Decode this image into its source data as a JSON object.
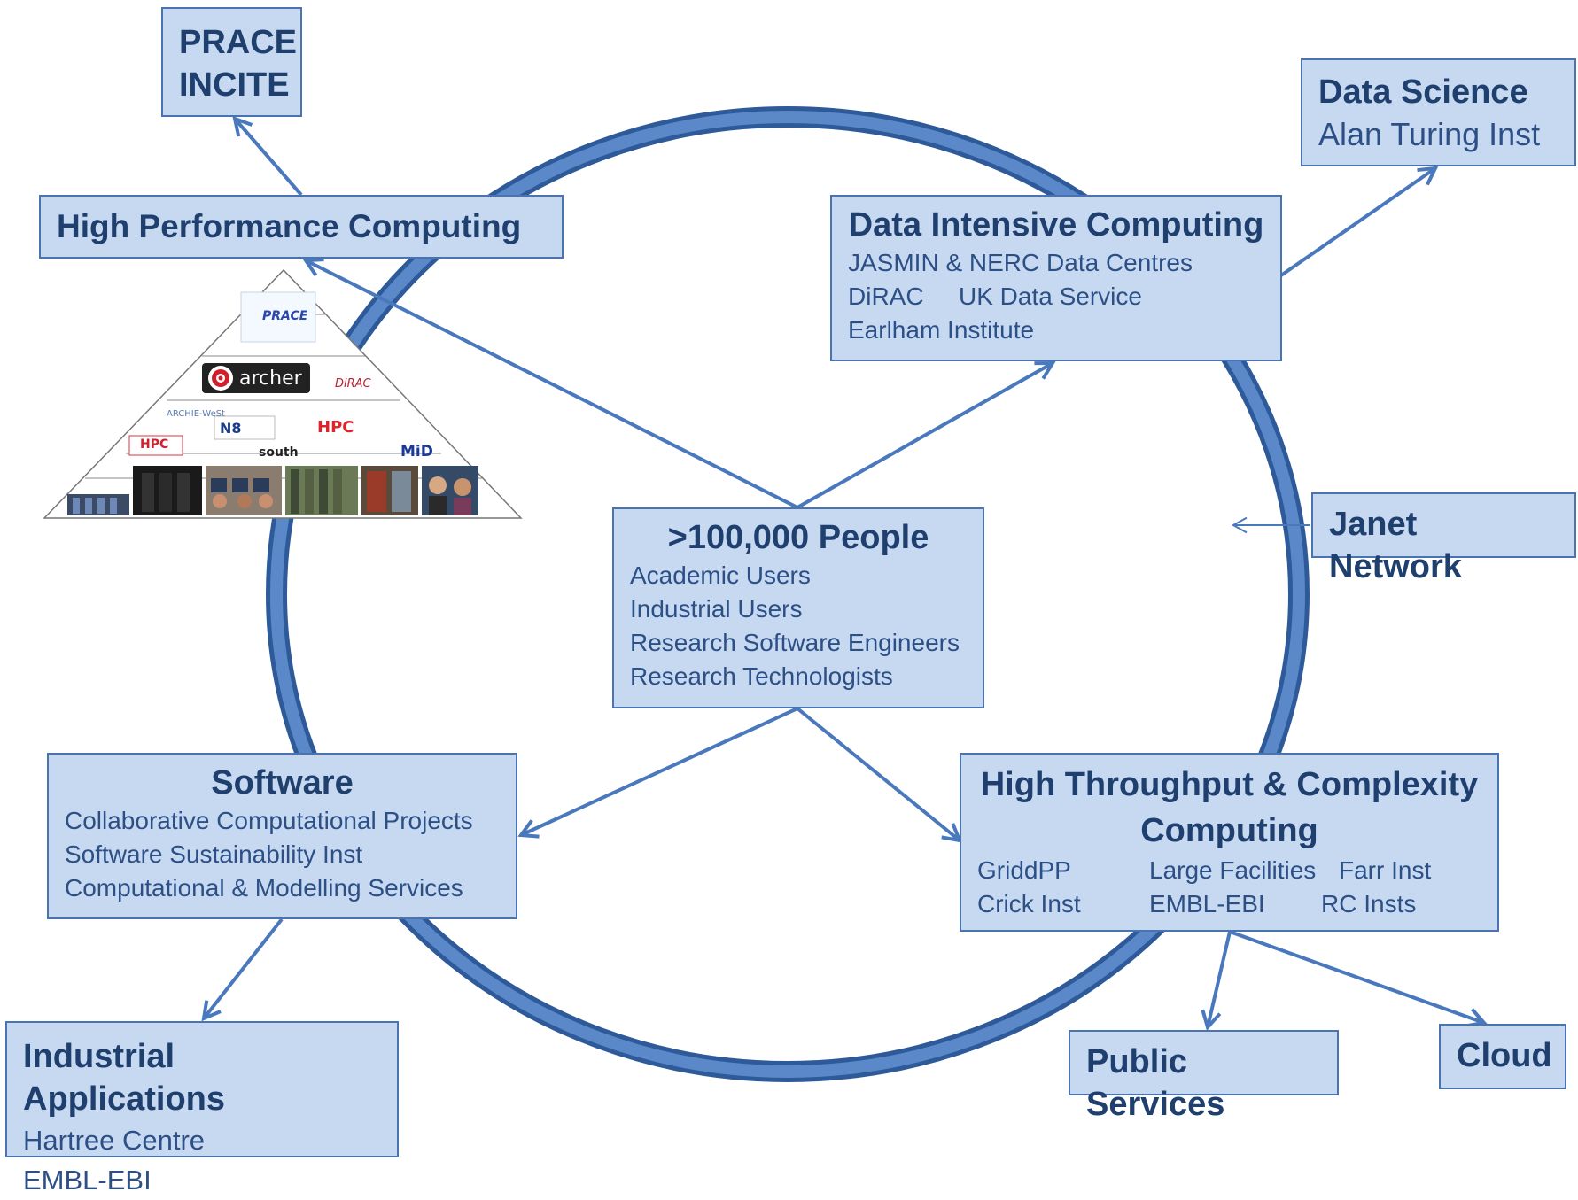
{
  "colors": {
    "box_fill": "#c6d9f1",
    "box_border": "#4a74b0",
    "ring": "#4a78bd",
    "arrow": "#4a78bd",
    "title_text": "#1f3f6e",
    "body_text": "#2c4f86"
  },
  "nodes": {
    "prace_incite": {
      "lines": [
        "PRACE",
        "INCITE"
      ]
    },
    "data_science": {
      "title": "Data Science",
      "lines": [
        "Alan Turing Inst"
      ]
    },
    "hpc": {
      "title": "High Performance Computing"
    },
    "data_intensive": {
      "title": "Data Intensive Computing",
      "lines": [
        "JASMIN & NERC Data Centres",
        "DiRAC",
        "UK Data Service",
        "Earlham Institute"
      ]
    },
    "janet": {
      "title": "Janet Network"
    },
    "people": {
      "title": ">100,000 People",
      "lines": [
        "Academic Users",
        "Industrial Users",
        "Research Software Engineers",
        "Research Technologists"
      ]
    },
    "software": {
      "title": "Software",
      "lines": [
        "Collaborative Computational Projects",
        "Software Sustainability Inst",
        "Computational & Modelling Services"
      ]
    },
    "htc": {
      "title_lines": [
        "High Throughput & Complexity",
        "Computing"
      ],
      "items": [
        "GriddPP",
        "Large Facilities",
        "Farr Inst",
        "Crick Inst",
        "EMBL-EBI",
        "RC Insts"
      ]
    },
    "industrial": {
      "title": "Industrial Applications",
      "lines": [
        "Hartree Centre",
        "EMBL-EBI"
      ]
    },
    "public": {
      "title": "Public Services"
    },
    "cloud": {
      "title": "Cloud"
    }
  },
  "pyramid": {
    "logos": [
      "PRACE",
      "archer",
      "DiRAC",
      "ARCHIE-WeSt",
      "N8",
      "HPC",
      "HPC",
      "south",
      "MiD"
    ],
    "icons": [
      "supercomputer-icon",
      "server-rack-icon",
      "classroom-icon",
      "data-center-icon",
      "lab-icon",
      "people-icon"
    ]
  }
}
